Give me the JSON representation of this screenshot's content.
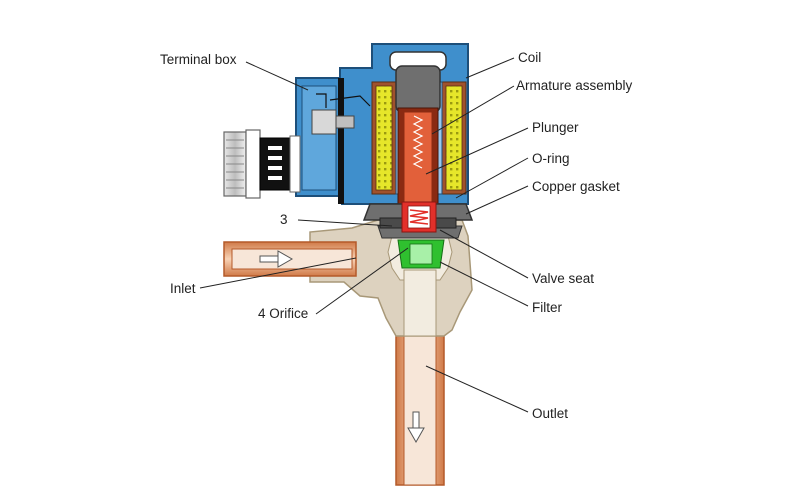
{
  "labels": {
    "terminal_box": "Terminal box",
    "coil": "Coil",
    "armature_assembly": "Armature assembly",
    "plunger": "Plunger",
    "o_ring": "O-ring",
    "copper_gasket": "Copper gasket",
    "three": "3",
    "inlet": "Inlet",
    "orifice": "4 Orifice",
    "valve_seat": "Valve seat",
    "filter": "Filter",
    "outlet": "Outlet"
  },
  "colors": {
    "housing_blue": "#3f8fcc",
    "housing_outline": "#1d4f7a",
    "coil_yellow": "#e6e62a",
    "coil_brown": "#a0522d",
    "plunger_orange": "#e2603a",
    "plunger_dark": "#8a2a12",
    "spring_red": "#e2302a",
    "filter_green": "#2fc02f",
    "body_tan": "#ddd2bf",
    "body_outline": "#a89878",
    "copper": "#d98a5a",
    "copper_light": "#f3c7a8",
    "metal_grey": "#6f6f6f",
    "nut_grey": "#c8c8c8"
  }
}
